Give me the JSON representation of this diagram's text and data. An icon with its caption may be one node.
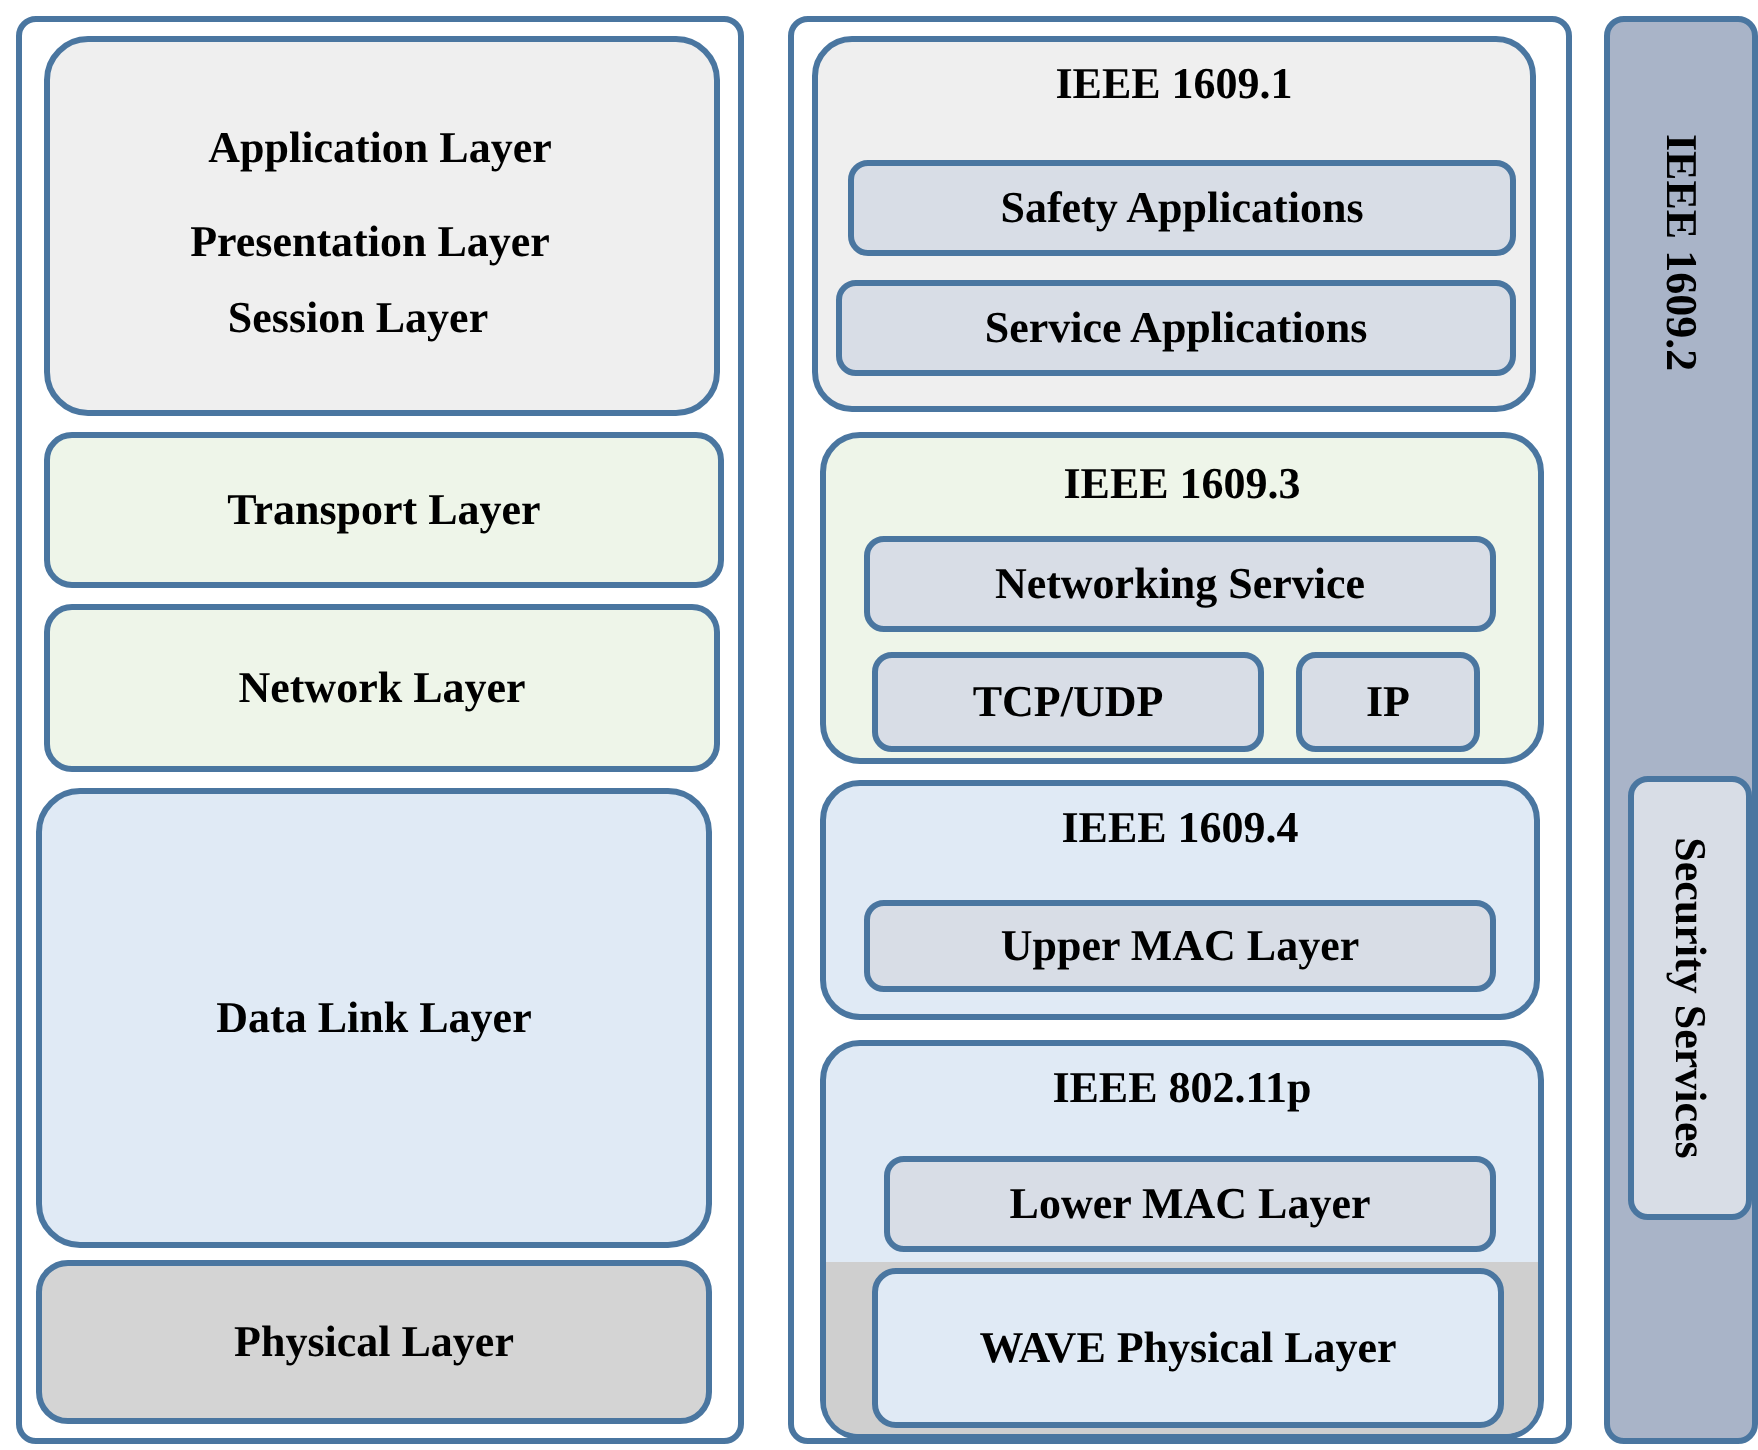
{
  "diagram": {
    "nodes": [
      {
        "text": [],
        "shape": "box"
      },
      {
        "text": [
          "Application Layer",
          "Presentation Layer",
          "Session Layer"
        ],
        "in": 0
      },
      {
        "text": [
          "Transport Layer"
        ],
        "in": 0
      },
      {
        "text": [
          "Network Layer"
        ],
        "in": 0
      },
      {
        "text": [
          "Data Link Layer"
        ],
        "in": 0
      },
      {
        "text": [
          "Physical Layer"
        ],
        "in": 0
      },
      {
        "text": [],
        "shape": "box"
      },
      {
        "text": [
          "IEEE 1609.1"
        ],
        "in": 6
      },
      {
        "text": [
          "Safety Applications"
        ],
        "in": 7
      },
      {
        "text": [
          "Service Applications"
        ],
        "in": 7
      },
      {
        "text": [
          "IEEE 1609.3"
        ],
        "in": 6
      },
      {
        "text": [
          "Networking Service"
        ],
        "in": 10
      },
      {
        "text": [
          "TCP/UDP"
        ],
        "in": 10
      },
      {
        "text": [
          "IP"
        ],
        "in": 10
      },
      {
        "text": [
          "IEEE 1609.4"
        ],
        "in": 6
      },
      {
        "text": [
          "Upper MAC Layer"
        ],
        "in": 14
      },
      {
        "text": [
          "IEEE 802.11p"
        ],
        "in": 6
      },
      {
        "text": [
          "Lower MAC Layer"
        ],
        "in": 16
      },
      {
        "text": [
          "WAVE Physical Layer"
        ],
        "in": 16
      },
      {
        "text": [
          "IEEE 1609.2"
        ]
      },
      {
        "text": [
          "Security Services"
        ],
        "in": 19
      }
    ]
  }
}
